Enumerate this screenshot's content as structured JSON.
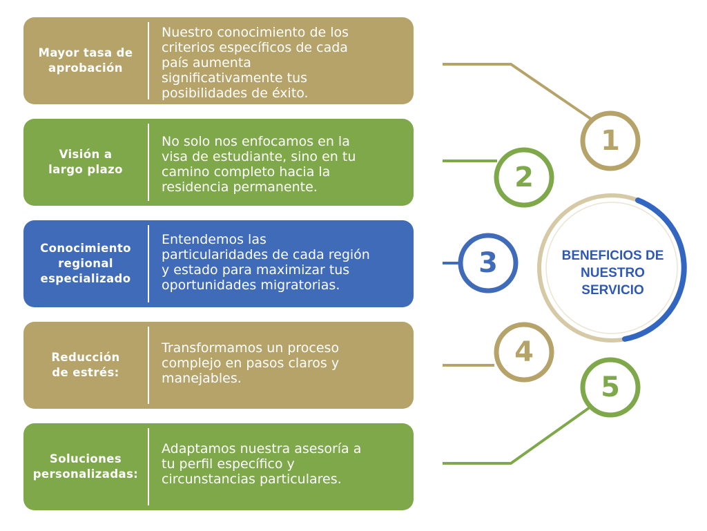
{
  "colors": {
    "tan": "#b5a36a",
    "green": "#7ea84a",
    "blue": "#3f6bb9",
    "center_text": "#2e58b5",
    "center_arc": "#3266c0",
    "center_ring": "#d6caa6"
  },
  "benefits": [
    {
      "number": "1",
      "color": "tan",
      "title": "Mayor tasa de\naprobación",
      "text": "Nuestro conocimiento de los\ncriterios específicos de cada\npaís aumenta\nsignificativamente tus\nposibilidades de éxito."
    },
    {
      "number": "2",
      "color": "green",
      "title": "Visión a\nlargo plazo",
      "text": " No solo nos enfocamos en la\nvisa de estudiante, sino en tu\ncamino completo hacia la\nresidencia permanente."
    },
    {
      "number": "3",
      "color": "blue",
      "title": "Conocimiento\nregional\nespecializado",
      "text": "Entendemos las\nparticularidades de cada región\ny estado para maximizar tus\noportunidades migratorias."
    },
    {
      "number": "4",
      "color": "tan",
      "title": "Reducción\nde estrés:",
      "text": "Transformamos un proceso\ncomplejo en pasos claros y\nmanejables."
    },
    {
      "number": "5",
      "color": "green",
      "title": "Soluciones\npersonalizadas:",
      "text": "Adaptamos nuestra asesoría a\ntu perfil específico y\ncircunstancias particulares."
    }
  ],
  "center": {
    "label": "BENEFICIOS DE\nNUESTRO\nSERVICIO"
  }
}
